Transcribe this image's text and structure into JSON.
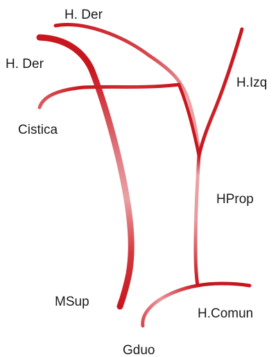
{
  "diagram": {
    "colors": {
      "vessel_dark": "#c8161e",
      "vessel_light": "#ea9a9f",
      "background": "#ffffff",
      "label": "#1a1a1a"
    },
    "labels": {
      "h_der_top": "H. Der",
      "h_der_left": "H. Der",
      "h_izq": "H.Izq",
      "cistica": "Cistica",
      "hprop": "HProp",
      "msup": "MSup",
      "h_comun": "H.Comun",
      "gduo": "Gduo"
    }
  }
}
